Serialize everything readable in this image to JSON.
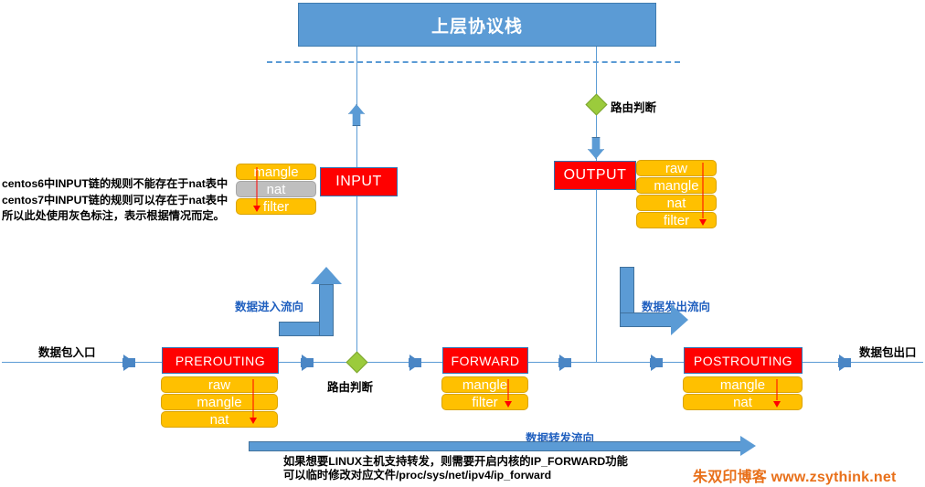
{
  "diagram": {
    "title": "上层协议栈",
    "protocol_stack_label": "上层协议栈",
    "entry_label": "数据包入口",
    "exit_label": "数据包出口",
    "routing_decision_bottom": "路由判断",
    "routing_decision_top": "路由判断",
    "flow_in_label": "数据进入流向",
    "flow_out_label": "数据发出流向",
    "flow_forward_label": "数据转发流向"
  },
  "note_left": {
    "line1": "centos6中INPUT链的规则不能存在于nat表中",
    "line2": "centos7中INPUT链的规则可以存在于nat表中",
    "line3": "所以此处使用灰色标注，表示根据情况而定。"
  },
  "bottom_note": {
    "line1": "如果想要LINUX主机支持转发，则需要开启内核的IP_FORWARD功能",
    "line2": "可以临时修改对应文件/proc/sys/net/ipv4/ip_forward"
  },
  "watermark": {
    "text": "朱双印博客 www.zsythink.net"
  },
  "chains": {
    "prerouting": {
      "name": "PREROUTING",
      "tables": [
        "raw",
        "mangle",
        "nat"
      ]
    },
    "input": {
      "name": "INPUT",
      "tables": [
        "mangle",
        "nat",
        "filter"
      ],
      "grey_table": "nat"
    },
    "forward": {
      "name": "FORWARD",
      "tables": [
        "mangle",
        "filter"
      ]
    },
    "output": {
      "name": "OUTPUT",
      "tables": [
        "raw",
        "mangle",
        "nat",
        "filter"
      ]
    },
    "postrouting": {
      "name": "POSTROUTING",
      "tables": [
        "mangle",
        "nat"
      ]
    }
  },
  "colors": {
    "chain_red": "#FF0000",
    "table_orange": "#FFC000",
    "table_grey": "#BFBFBF",
    "line_blue": "#5B9BD5",
    "diamond_green": "#9BCB3C",
    "label_blue": "#1F5FBF",
    "watermark_orange": "#E8701A",
    "arrow_red": "#FF0000"
  }
}
